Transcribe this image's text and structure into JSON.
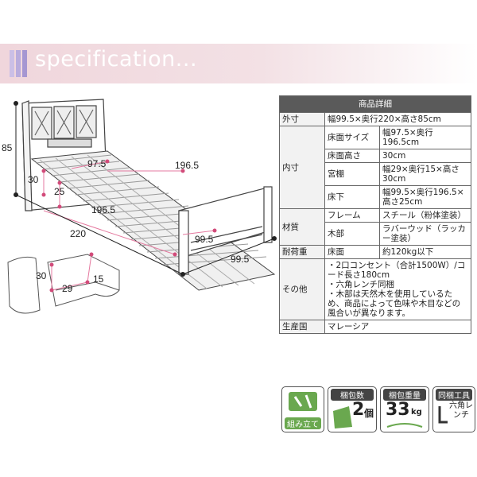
{
  "header": {
    "title": "specification...",
    "bar_colors": [
      "#c9bfe3",
      "#b9aedb",
      "#a89bd0"
    ]
  },
  "diagram": {
    "dims": {
      "height_85": "85",
      "width_97_5": "97.5",
      "length_196_5_top": "196.5",
      "under_30": "30",
      "floor_25": "25",
      "length_196_5_side": "196.5",
      "depth_99_5_side": "99.5",
      "total_220": "220",
      "total_99_5": "99.5",
      "shelf_30": "30",
      "shelf_29": "29",
      "shelf_15": "15"
    }
  },
  "spec": {
    "heading": "商品詳細",
    "rows": [
      {
        "category": "外寸",
        "sub": "幅99.5×奥行220×高さ85cm"
      },
      {
        "category": "内寸",
        "items": [
          {
            "label": "床面サイズ",
            "value": "幅97.5×奥行196.5cm"
          },
          {
            "label": "床面高さ",
            "value": "30cm"
          },
          {
            "label": "宮棚",
            "value": "幅29×奥行15×高さ30cm"
          },
          {
            "label": "床下",
            "value": "幅99.5×奥行196.5×高さ25cm"
          }
        ]
      },
      {
        "category": "材質",
        "items": [
          {
            "label": "フレーム",
            "value": "スチール（粉体塗装）"
          },
          {
            "label": "木部",
            "value": "ラバーウッド（ラッカー塗装）"
          }
        ]
      },
      {
        "category": "耐荷重",
        "items": [
          {
            "label": "床面",
            "value": "約120kg以下"
          }
        ]
      },
      {
        "category": "その他",
        "lines": [
          "・2口コンセント（合計1500W）/コード長さ180cm",
          "・六角レンチ同梱",
          "・木部は天然木を使用しているため、商品によって色味や木目などの風合いが異なります。"
        ]
      },
      {
        "category": "生産国",
        "sub": "マレーシア"
      }
    ]
  },
  "icons": {
    "assembly": "組み立て",
    "packages_title": "梱包数",
    "packages_value": "2",
    "packages_unit": "個",
    "weight_title": "梱包重量",
    "weight_value": "33",
    "weight_unit": "kg",
    "tools_title": "同梱工具",
    "tools_value": "六角レンチ",
    "box_color": "#6aa84f",
    "dark_color": "#444444"
  }
}
